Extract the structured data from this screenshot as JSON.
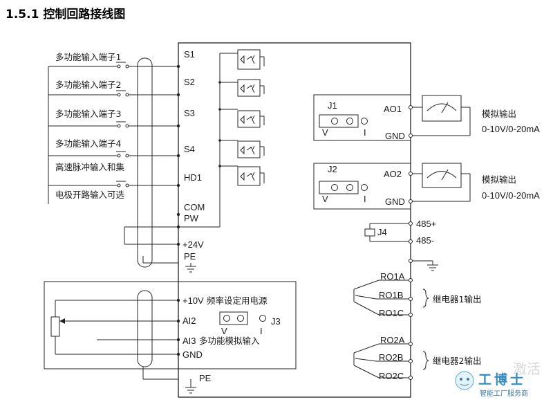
{
  "title": "1.5.1 控制回路接线图",
  "inputs": [
    {
      "label": "多功能输入端子1",
      "terminal": "S1"
    },
    {
      "label": "多功能输入端子2",
      "terminal": "S2"
    },
    {
      "label": "多功能输入端子3",
      "terminal": "S3"
    },
    {
      "label": "多功能输入端子4",
      "terminal": "S4"
    },
    {
      "label": "高速脉冲输入和集",
      "terminal": "HD1"
    }
  ],
  "input_note": "电极开路输入可选",
  "terminals": {
    "com": "COM",
    "pw": "PW",
    "v24": "+24V",
    "pe_top": "PE",
    "v10": "+10V",
    "v10_desc": "频率设定用电源",
    "ai2": "AI2",
    "ai3": "AI3",
    "ai3_desc": "多功能模拟输入",
    "gnd": "GND",
    "pe_bottom": "PE"
  },
  "j3": {
    "label": "J3",
    "v": "V",
    "i": "I"
  },
  "ao_blocks": [
    {
      "jumper": "J1",
      "ao": "AO1",
      "gnd": "GND",
      "v": "V",
      "i": "I",
      "desc1": "模拟输出",
      "desc2": "0-10V/0-20mA"
    },
    {
      "jumper": "J2",
      "ao": "AO2",
      "gnd": "GND",
      "v": "V",
      "i": "I",
      "desc1": "模拟输出",
      "desc2": "0-10V/0-20mA"
    }
  ],
  "comm": {
    "j4": "J4",
    "plus": "485+",
    "minus": "485-"
  },
  "relays": [
    {
      "a": "RO1A",
      "b": "RO1B",
      "c": "RO1C",
      "label": "继电器1输出"
    },
    {
      "a": "RO2A",
      "b": "RO2B",
      "c": "RO2C",
      "label": "继电器2输出"
    }
  ],
  "watermark": {
    "brand": "工博士",
    "sub": "智能工厂服务商",
    "corner": "激活"
  }
}
